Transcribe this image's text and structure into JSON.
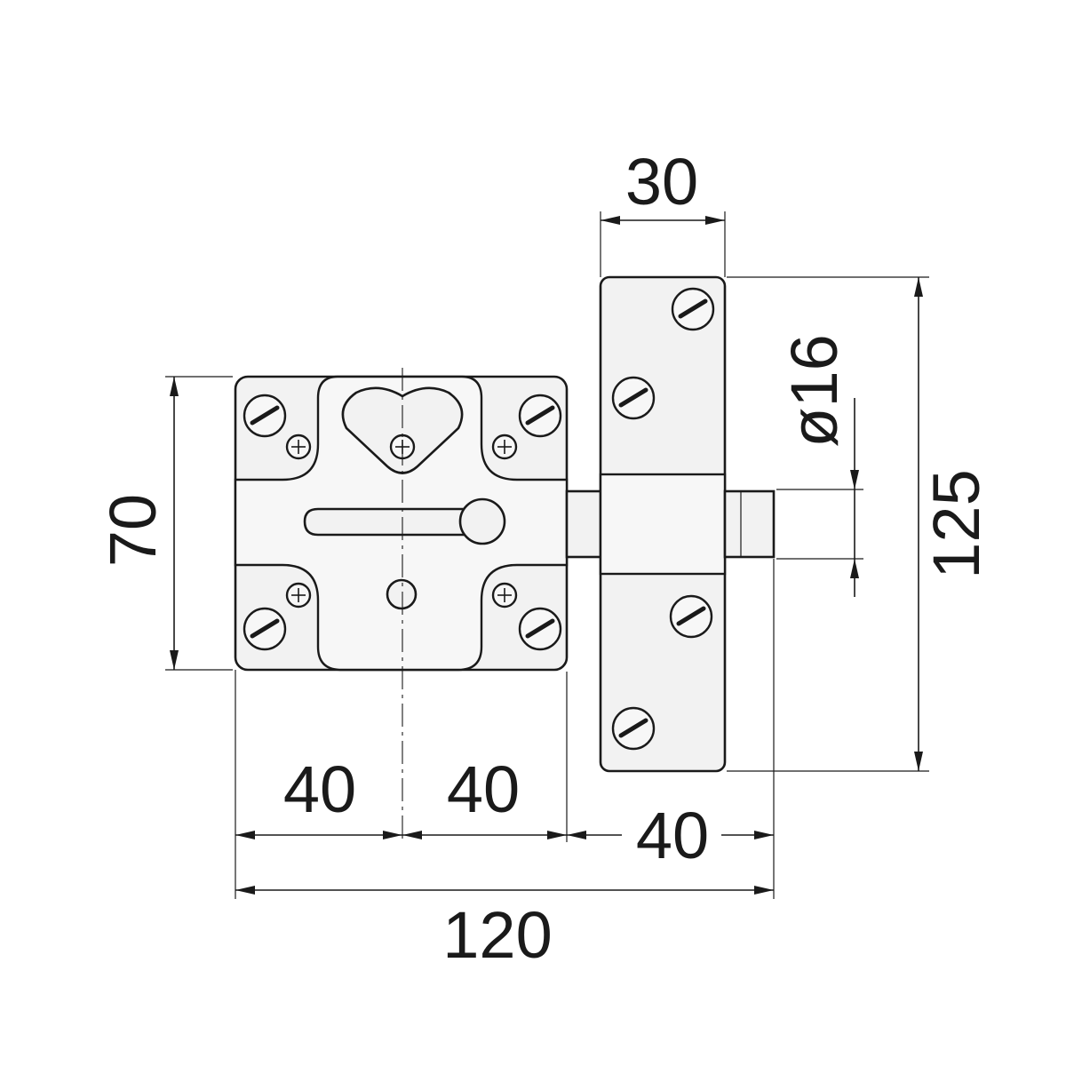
{
  "drawing": {
    "width_70": "70",
    "bar_width_30": "30",
    "pin_diameter": "ø16",
    "height_125": "125",
    "seg_left_40": "40",
    "seg_mid_40": "40",
    "seg_right_40": "40",
    "total_120": "120"
  },
  "colors": {
    "line": "#1a1a1a",
    "fill": "#f2f2f2"
  }
}
